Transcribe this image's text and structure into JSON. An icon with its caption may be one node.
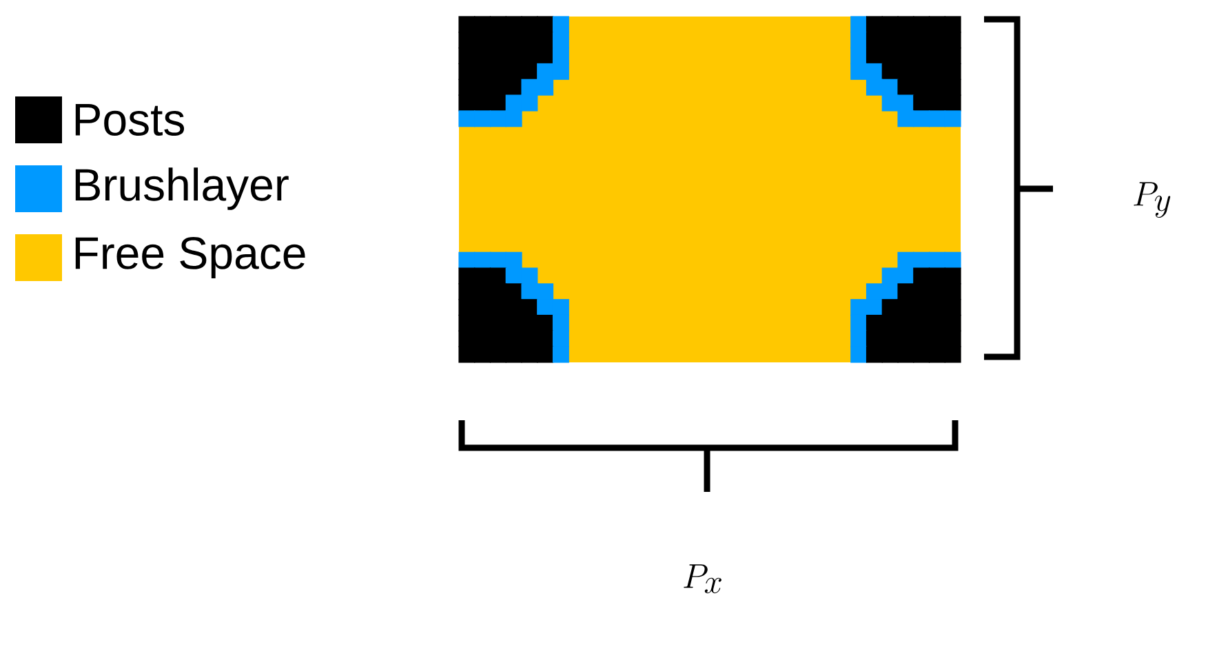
{
  "diagram": {
    "labels": [
      "P_y",
      "P_x"
    ],
    "legend": [
      {
        "text": "Posts",
        "color": "#000000"
      },
      {
        "text": "Brushlayer",
        "color": "#0099ff"
      },
      {
        "text": "Free Space",
        "color": "#ffc800"
      }
    ]
  }
}
